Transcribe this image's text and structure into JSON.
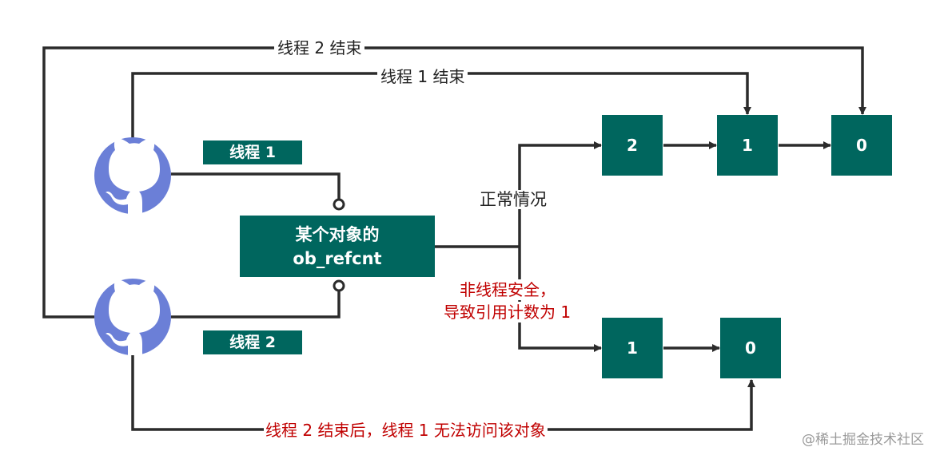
{
  "labels": {
    "thread2_end": "线程 2 结束",
    "thread1_end": "线程 1 结束",
    "thread1": "线程 1",
    "thread2": "线程 2",
    "normal": "正常情况",
    "unsafe_line1": "非线程安全，",
    "unsafe_line2": "导致引用计数为 1",
    "bottom": "线程 2 结束后，线程 1 无法访问该对象"
  },
  "object_box": {
    "line1": "某个对象的",
    "line2": "ob_refcnt"
  },
  "normal_path": [
    "2",
    "1",
    "0"
  ],
  "unsafe_path": [
    "1",
    "0"
  ],
  "watermark": "@稀土掘金技术社区",
  "icons": {
    "thread1_avatar": "github-octocat-icon",
    "thread2_avatar": "github-octocat-icon"
  },
  "colors": {
    "box": "#00665e",
    "line": "#2b2b2b",
    "warning_text": "#c00000",
    "avatar": "#6b7fd7"
  }
}
